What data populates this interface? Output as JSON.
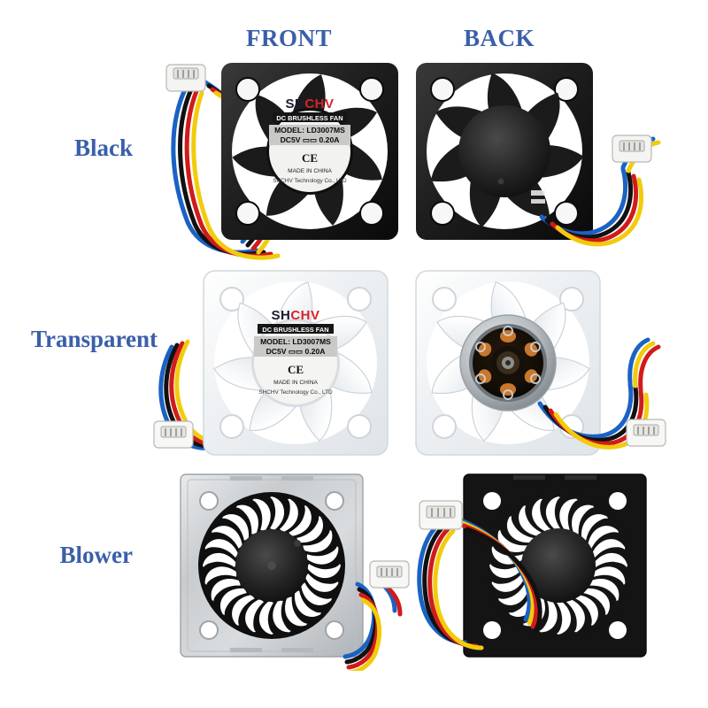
{
  "page": {
    "background": "#ffffff",
    "accent_blue": "#3a5faa"
  },
  "column_headers": [
    {
      "id": "front",
      "label": "FRONT"
    },
    {
      "id": "back",
      "label": "BACK"
    }
  ],
  "row_labels": [
    {
      "id": "black",
      "label": "Black"
    },
    {
      "id": "transparent",
      "label": "Transparent"
    },
    {
      "id": "blower",
      "label": "Blower"
    }
  ],
  "fan_label": {
    "brand_part1": "SH",
    "brand_part2": "CHV",
    "brand_part1_color": "#1a1a2e",
    "brand_part2_color": "#d8232a",
    "subtitle": "DC BRUSHLESS FAN",
    "model": "MODEL: LD3007MS",
    "voltage": "DC5V",
    "current": "0.20A",
    "certification": "CE",
    "origin": "MADE IN CHINA",
    "company": "SHCHV Technology Co., LTD"
  },
  "products": [
    {
      "id": "black-front",
      "variant": "Black",
      "view": "FRONT",
      "frame_color": "#1c1c1c",
      "blade_count": 7,
      "has_label": true,
      "wire_colors": [
        "#1a62c4",
        "#111111",
        "#d11b1b",
        "#f2cb0c"
      ],
      "connector": "white-4pin-jst"
    },
    {
      "id": "black-back",
      "variant": "Black",
      "view": "BACK",
      "frame_color": "#1c1c1c",
      "blade_count": 7,
      "has_label": false,
      "wire_colors": [
        "#1a62c4",
        "#111111",
        "#d11b1b",
        "#f2cb0c"
      ],
      "connector": "white-4pin-jst"
    },
    {
      "id": "transparent-front",
      "variant": "Transparent",
      "view": "FRONT",
      "frame_color": "#eef1f4",
      "blade_count": 7,
      "has_label": true,
      "wire_colors": [
        "#1a62c4",
        "#111111",
        "#d11b1b",
        "#f2cb0c"
      ],
      "connector": "white-4pin-jst"
    },
    {
      "id": "transparent-back",
      "variant": "Transparent",
      "view": "BACK",
      "frame_color": "#eef1f4",
      "blade_count": 7,
      "has_label": false,
      "motor_visible": true,
      "wire_colors": [
        "#1a62c4",
        "#111111",
        "#d11b1b",
        "#f2cb0c"
      ],
      "connector": "white-4pin-jst"
    },
    {
      "id": "blower-front",
      "variant": "Blower",
      "view": "FRONT",
      "frame_color": "#c9ccce",
      "blade_count": 24,
      "has_label": false,
      "wire_colors": [
        "#1a62c4",
        "#111111",
        "#d11b1b",
        "#f2cb0c"
      ],
      "connector": "white-4pin-jst"
    },
    {
      "id": "blower-back",
      "variant": "Blower",
      "view": "BACK",
      "frame_color": "#141414",
      "blade_count": 24,
      "has_label": false,
      "wire_colors": [
        "#1a62c4",
        "#111111",
        "#d11b1b",
        "#f2cb0c"
      ],
      "connector": "white-4pin-jst"
    }
  ]
}
